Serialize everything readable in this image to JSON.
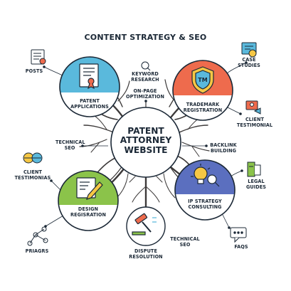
{
  "title": "CONTENT STRATEGY & SEO",
  "center": {
    "lines": [
      "PATENT",
      "ATTORNEY",
      "WEBSITE"
    ]
  },
  "hubs": [
    {
      "id": "patent_applications",
      "lines": [
        "PATENT",
        "APPLICATIONS"
      ],
      "color": "#5ab9dc",
      "icon": "certificate-document-icon"
    },
    {
      "id": "trademark_registration",
      "lines": [
        "TRADEMARK",
        "REGISTRATION"
      ],
      "color": "#ee6b4d",
      "icon": "tm-shield-icon"
    },
    {
      "id": "design_registration",
      "lines": [
        "DESIGN",
        "REGISRATION"
      ],
      "color": "#8bc34a",
      "icon": "design-pencil-icon"
    },
    {
      "id": "ip_strategy_consulting",
      "lines": [
        "IP STRATEGY",
        "CONSULTING"
      ],
      "color": "#5b6fbf",
      "icon": "lightbulb-magnifier-icon"
    },
    {
      "id": "dispute_resolution",
      "lines": [
        "DISPUTE",
        "RESOLUTION"
      ],
      "color": "#ffffff",
      "icon": "gavel-icon"
    }
  ],
  "labels": {
    "keyword_research": [
      "KEYWORD",
      "RESEARCH"
    ],
    "on_page_optimization": [
      "ON-PAGE",
      "OPTIMIZATION"
    ],
    "technical_seo_left": [
      "TECHNICAL",
      "SEO"
    ],
    "backlink_building": [
      "BACKLINK",
      "BUILDING"
    ],
    "technical_seo_bottom": [
      "TECHNICAL",
      "SEO"
    ]
  },
  "satellites": {
    "posts": [
      "POSTS"
    ],
    "case_studies": [
      "CASE",
      "STUDIES"
    ],
    "client_testimonial": [
      "CLIENT",
      "TESTIMONIAL"
    ],
    "client_testimonias": [
      "CLIENT",
      "TESTIMONIAS"
    ],
    "legal_guides": [
      "LEGAL",
      "GUIDES"
    ],
    "priagrs": [
      "PRIAGRS"
    ],
    "faqs": [
      "FAQS"
    ]
  },
  "colors": {
    "ink": "#1b2836",
    "accent_blue": "#5ab9dc",
    "accent_orange": "#ee6b4d",
    "accent_green": "#8bc34a",
    "accent_purple": "#5b6fbf",
    "root_brown": "#3d3a3a"
  }
}
